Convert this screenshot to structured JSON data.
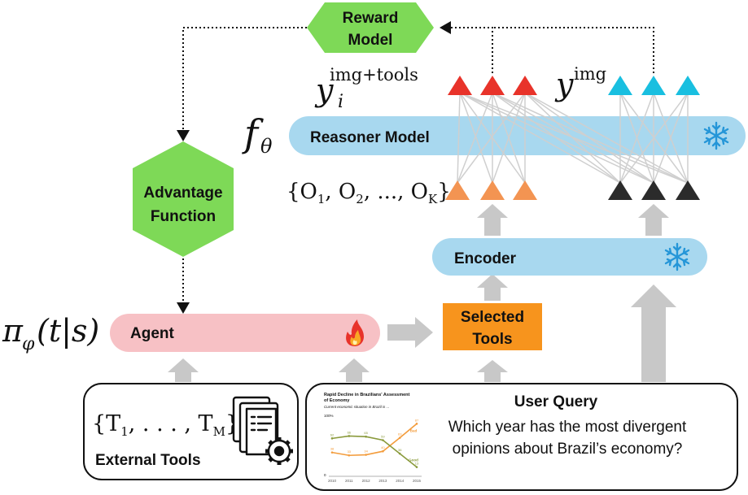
{
  "reward_model": {
    "line1": "Reward",
    "line2": "Model"
  },
  "advantage_function": {
    "line1": "Advantage",
    "line2": "Function"
  },
  "reasoner_model": {
    "label": "Reasoner Model",
    "symbol": "f",
    "subscript": "θ"
  },
  "encoder": {
    "label": "Encoder"
  },
  "agent": {
    "label": "Agent",
    "policy_pi": "π",
    "policy_sub": "φ",
    "policy_args": "(t|s)"
  },
  "selected_tools": {
    "line1": "Selected",
    "line2": "Tools"
  },
  "external_tools": {
    "label": "External Tools",
    "set_open": "{T",
    "set_sub1": "1",
    "set_mid": ", . . . , T",
    "set_subM": "M",
    "set_close": "}"
  },
  "user_query": {
    "title": "User Query",
    "line1": "Which year has the most divergent",
    "line2": "opinions about Brazil’s economy?"
  },
  "outputs": {
    "y_tools": "y",
    "y_tools_sub": "i",
    "y_tools_sup": "img+tools",
    "y_img": "y",
    "y_img_sup": "img"
  },
  "observations": {
    "open": "{O",
    "s1": "1",
    "c1": ", O",
    "s2": "2",
    "c2": ", ..., O",
    "sK": "K",
    "close": "}"
  },
  "thumbnail_chart": {
    "title_line1": "Rapid Decline in Brazilians' Assessment",
    "title_line2": "of Economy",
    "subtitle": "Current economic situation in Brazil is ...",
    "y_top_label": "100%",
    "y_bottom_label": "0"
  },
  "chart_data": {
    "type": "line",
    "title": "Rapid Decline in Brazilians' Assessment of Economy",
    "subtitle": "Current economic situation in Brazil is ...",
    "x": [
      "2010",
      "2011",
      "2012",
      "2013",
      "2014",
      "2015"
    ],
    "series": [
      {
        "name": "Bad",
        "color": "#f39c3c",
        "values": [
          38,
          33,
          34,
          40,
          63,
          87
        ]
      },
      {
        "name": "Good",
        "color": "#8a9a3c",
        "values": [
          62,
          66,
          65,
          59,
          36,
          13
        ]
      }
    ],
    "ylim": [
      0,
      100
    ]
  },
  "colors": {
    "green_hex": "#7ed957",
    "reasoner_blue": "#a8d8ef",
    "agent_pink": "#f7c1c5",
    "selected_orange": "#f7941d",
    "tri_red": "#e8332a",
    "tri_cyan": "#19bfe0",
    "tri_orange": "#f39452",
    "tri_black": "#2b2b2b",
    "arrow_gray": "#c8c8c8",
    "snowflake_blue": "#2596d8"
  },
  "icons": {
    "snowflake": "snowflake-icon",
    "fire": "fire-icon",
    "tools_doc": "document-gear-icon"
  }
}
